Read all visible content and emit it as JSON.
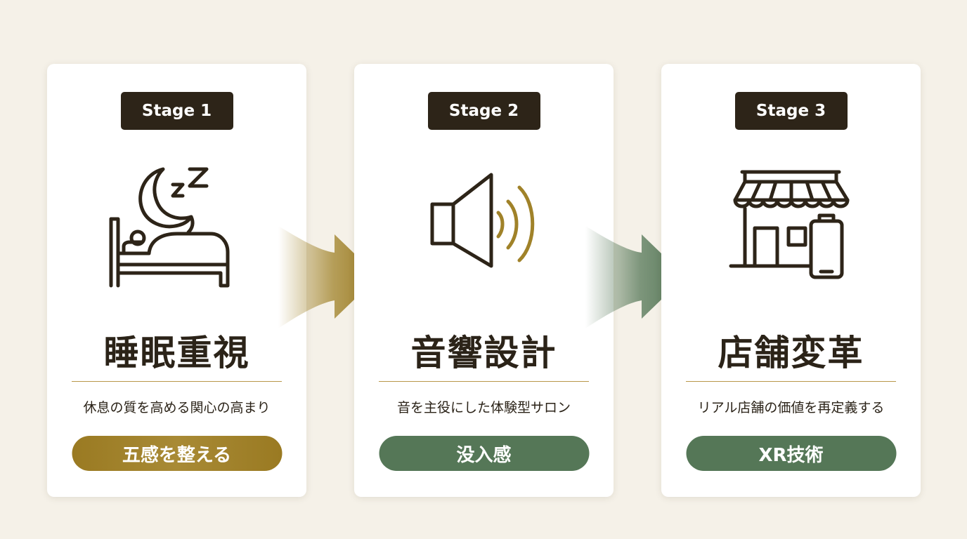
{
  "stages": [
    {
      "badge": "Stage 1",
      "icon": "sleep-bed-icon",
      "title": "睡眠重視",
      "subtitle": "休息の質を高める関心の高まり",
      "pill": "五感を整える",
      "pill_color": "#9a7a24"
    },
    {
      "badge": "Stage 2",
      "icon": "speaker-icon",
      "title": "音響設計",
      "subtitle": "音を主役にした体験型サロン",
      "pill": "没入感",
      "pill_color": "#557757"
    },
    {
      "badge": "Stage 3",
      "icon": "storefront-phone-icon",
      "title": "店舗変革",
      "subtitle": "リアル店舗の価値を再定義する",
      "pill": "XR技術",
      "pill_color": "#557757"
    }
  ],
  "colors": {
    "background": "#f5f1e8",
    "badge": "#2d2418",
    "icon_stroke": "#2d2418",
    "gold_accent": "#a08229",
    "green_accent": "#557757"
  }
}
